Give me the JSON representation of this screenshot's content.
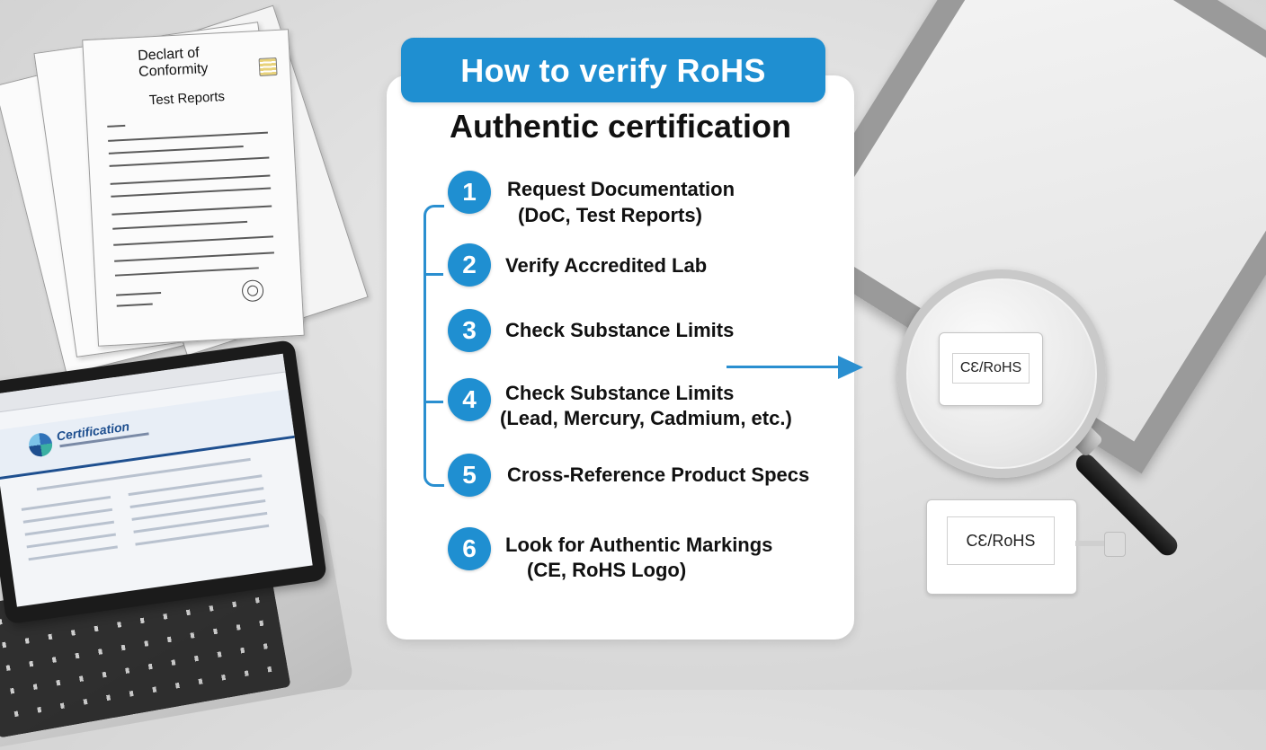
{
  "documents": {
    "title": "Declart of Conformity",
    "title_line1": "Declart of",
    "title_line2": "Conformity",
    "subtitle": "Test Reports"
  },
  "laptop": {
    "site_title": "Certification"
  },
  "card": {
    "banner": "How to verify RoHS",
    "subtitle": "Authentic certification",
    "steps": [
      {
        "number": "1",
        "text": "Request Documentation",
        "sub": "(DoC, Test Reports)"
      },
      {
        "number": "2",
        "text": "Verify Accredited Lab",
        "sub": ""
      },
      {
        "number": "3",
        "text": "Check Substance Limits",
        "sub": ""
      },
      {
        "number": "4",
        "text": "Check Substance Limits",
        "sub": "(Lead, Mercury, Cadmium, etc.)"
      },
      {
        "number": "5",
        "text": "Cross-Reference Product Specs",
        "sub": ""
      },
      {
        "number": "6",
        "text": "Look for Authentic Markings",
        "sub": "(CE, RoHS Logo)"
      }
    ]
  },
  "marks": {
    "magnified": "CƐ/RoHS",
    "module": "CƐ/RoHS"
  },
  "colors": {
    "accent": "#1f8fd1",
    "line": "#2a8fd0"
  },
  "icons": [
    "document-seal-icon",
    "magnifying-glass-icon",
    "arrow-right-icon",
    "certification-logo-icon"
  ]
}
